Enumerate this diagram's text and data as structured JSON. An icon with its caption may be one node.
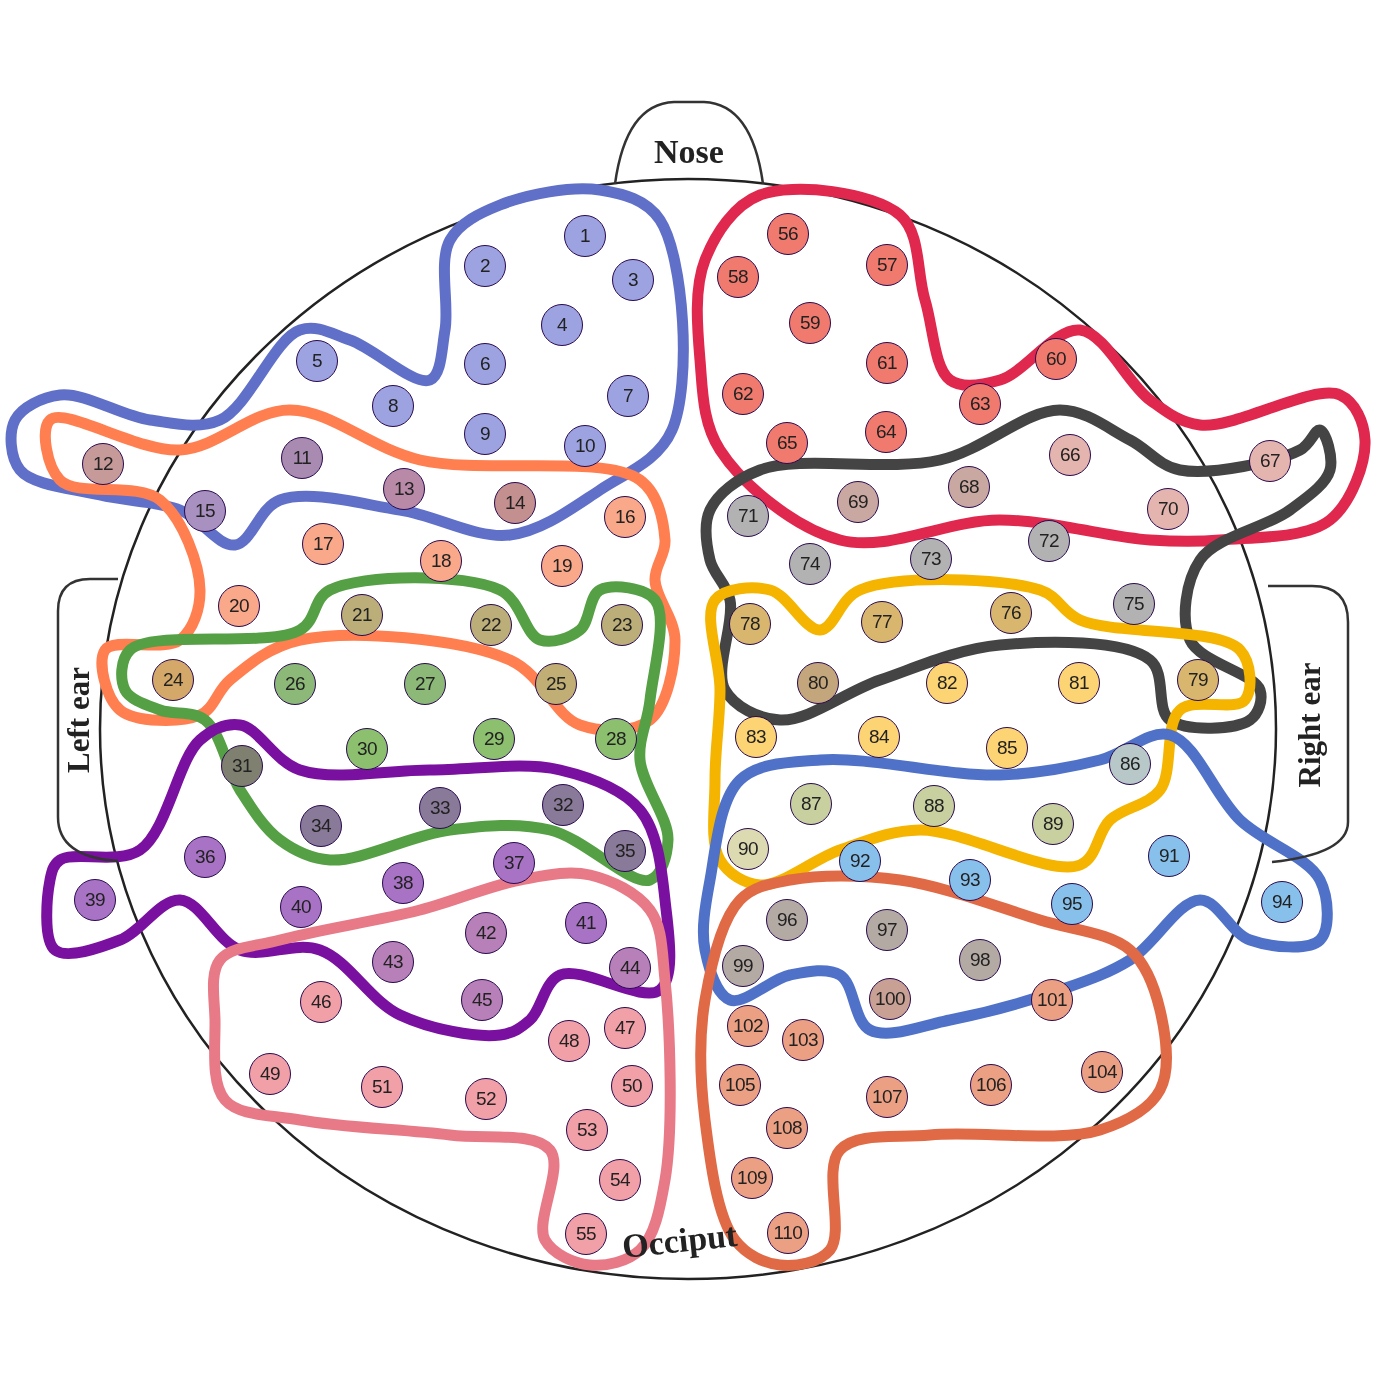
{
  "diagram": {
    "nodes": [
      {
        "text": [
          "Nose"
        ]
      },
      {
        "text": [
          "Left ear"
        ]
      },
      {
        "text": [
          "Right ear"
        ]
      },
      {
        "text": [
          "1"
        ]
      },
      {
        "text": [
          "2"
        ]
      },
      {
        "text": [
          "3"
        ]
      },
      {
        "text": [
          "4"
        ]
      },
      {
        "text": [
          "5"
        ]
      },
      {
        "text": [
          "6"
        ]
      },
      {
        "text": [
          "7"
        ]
      },
      {
        "text": [
          "8"
        ]
      },
      {
        "text": [
          "9"
        ]
      },
      {
        "text": [
          "10"
        ]
      },
      {
        "text": [
          "11"
        ]
      },
      {
        "text": [
          "12"
        ]
      },
      {
        "text": [
          "13"
        ]
      },
      {
        "text": [
          "14"
        ]
      },
      {
        "text": [
          "15"
        ]
      },
      {
        "text": [
          "16"
        ]
      },
      {
        "text": [
          "17"
        ]
      },
      {
        "text": [
          "18"
        ]
      },
      {
        "text": [
          "19"
        ]
      },
      {
        "text": [
          "20"
        ]
      },
      {
        "text": [
          "21"
        ]
      },
      {
        "text": [
          "22"
        ]
      },
      {
        "text": [
          "23"
        ]
      },
      {
        "text": [
          "24"
        ]
      },
      {
        "text": [
          "25"
        ]
      },
      {
        "text": [
          "26"
        ]
      },
      {
        "text": [
          "27"
        ]
      },
      {
        "text": [
          "28"
        ]
      },
      {
        "text": [
          "29"
        ]
      },
      {
        "text": [
          "30"
        ]
      },
      {
        "text": [
          "31"
        ]
      },
      {
        "text": [
          "32"
        ]
      },
      {
        "text": [
          "33"
        ]
      },
      {
        "text": [
          "34"
        ]
      },
      {
        "text": [
          "35"
        ]
      },
      {
        "text": [
          "36"
        ]
      },
      {
        "text": [
          "37"
        ]
      },
      {
        "text": [
          "38"
        ]
      },
      {
        "text": [
          "39"
        ]
      },
      {
        "text": [
          "40"
        ]
      },
      {
        "text": [
          "41"
        ]
      },
      {
        "text": [
          "42"
        ]
      },
      {
        "text": [
          "43"
        ]
      },
      {
        "text": [
          "44"
        ]
      },
      {
        "text": [
          "45"
        ]
      },
      {
        "text": [
          "46"
        ]
      },
      {
        "text": [
          "47"
        ]
      },
      {
        "text": [
          "48"
        ]
      },
      {
        "text": [
          "49"
        ]
      },
      {
        "text": [
          "50"
        ]
      },
      {
        "text": [
          "51"
        ]
      },
      {
        "text": [
          "52"
        ]
      },
      {
        "text": [
          "53"
        ]
      },
      {
        "text": [
          "54"
        ]
      },
      {
        "text": [
          "55"
        ]
      },
      {
        "text": [
          "56"
        ]
      },
      {
        "text": [
          "57"
        ]
      },
      {
        "text": [
          "58"
        ]
      },
      {
        "text": [
          "59"
        ]
      },
      {
        "text": [
          "60"
        ]
      },
      {
        "text": [
          "61"
        ]
      },
      {
        "text": [
          "62"
        ]
      },
      {
        "text": [
          "63"
        ]
      },
      {
        "text": [
          "64"
        ]
      },
      {
        "text": [
          "65"
        ]
      },
      {
        "text": [
          "66"
        ]
      },
      {
        "text": [
          "67"
        ]
      },
      {
        "text": [
          "68"
        ]
      },
      {
        "text": [
          "69"
        ]
      },
      {
        "text": [
          "70"
        ]
      },
      {
        "text": [
          "71"
        ]
      },
      {
        "text": [
          "72"
        ]
      },
      {
        "text": [
          "73"
        ]
      },
      {
        "text": [
          "74"
        ]
      },
      {
        "text": [
          "75"
        ]
      },
      {
        "text": [
          "76"
        ]
      },
      {
        "text": [
          "77"
        ]
      },
      {
        "text": [
          "78"
        ]
      },
      {
        "text": [
          "79"
        ]
      },
      {
        "text": [
          "80"
        ]
      },
      {
        "text": [
          "81"
        ]
      },
      {
        "text": [
          "82"
        ]
      },
      {
        "text": [
          "83"
        ]
      },
      {
        "text": [
          "84"
        ]
      },
      {
        "text": [
          "85"
        ]
      },
      {
        "text": [
          "86"
        ]
      },
      {
        "text": [
          "87"
        ]
      },
      {
        "text": [
          "88"
        ]
      },
      {
        "text": [
          "89"
        ]
      },
      {
        "text": [
          "90"
        ]
      },
      {
        "text": [
          "91"
        ]
      },
      {
        "text": [
          "92"
        ]
      },
      {
        "text": [
          "93"
        ]
      },
      {
        "text": [
          "94"
        ]
      },
      {
        "text": [
          "95"
        ]
      },
      {
        "text": [
          "96"
        ]
      },
      {
        "text": [
          "97"
        ]
      },
      {
        "text": [
          "98"
        ]
      },
      {
        "text": [
          "99"
        ]
      },
      {
        "text": [
          "100"
        ]
      },
      {
        "text": [
          "101"
        ]
      },
      {
        "text": [
          "102"
        ]
      },
      {
        "text": [
          "103"
        ]
      },
      {
        "text": [
          "104"
        ]
      },
      {
        "text": [
          "105"
        ]
      },
      {
        "text": [
          "106"
        ]
      },
      {
        "text": [
          "107"
        ]
      },
      {
        "text": [
          "108"
        ]
      },
      {
        "text": [
          "109"
        ]
      },
      {
        "text": [
          "110"
        ]
      }
    ],
    "labels": [
      "Occiput"
    ]
  }
}
